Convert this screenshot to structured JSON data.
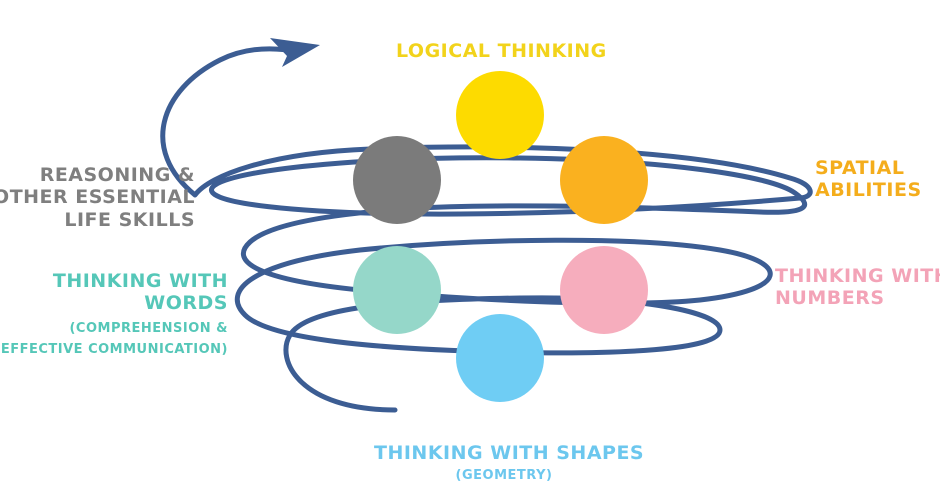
{
  "colors": {
    "spiral": "#3c5d93",
    "logical": "#f2d31b",
    "spatial": "#f4ad1c",
    "reasoning": "#7f7f7f",
    "words": "#55c7b8",
    "numbers": "#f3a3b7",
    "shapes": "#6cc7ee"
  },
  "circles": {
    "logical": "#fddb00",
    "spatial": "#fab11f",
    "reasoning": "#7b7b7b",
    "words": "#95d7c9",
    "numbers": "#f6adbd",
    "shapes": "#6fcdf4"
  },
  "labels": {
    "logical": "LOGICAL THINKING",
    "spatial_1": "SPATIAL",
    "spatial_2": "ABILITIES",
    "reasoning_1": "REASONING &",
    "reasoning_2": "OTHER ESSENTIAL",
    "reasoning_3": "LIFE SKILLS",
    "words_1": "THINKING WITH",
    "words_2": "WORDS",
    "words_3": "(COMPREHENSION &",
    "words_4": "EFFECTIVE COMMUNICATION)",
    "numbers_1": "THINKING WITH",
    "numbers_2": "NUMBERS",
    "shapes_1": "THINKING WITH SHAPES",
    "shapes_2": "(GEOMETRY)"
  }
}
